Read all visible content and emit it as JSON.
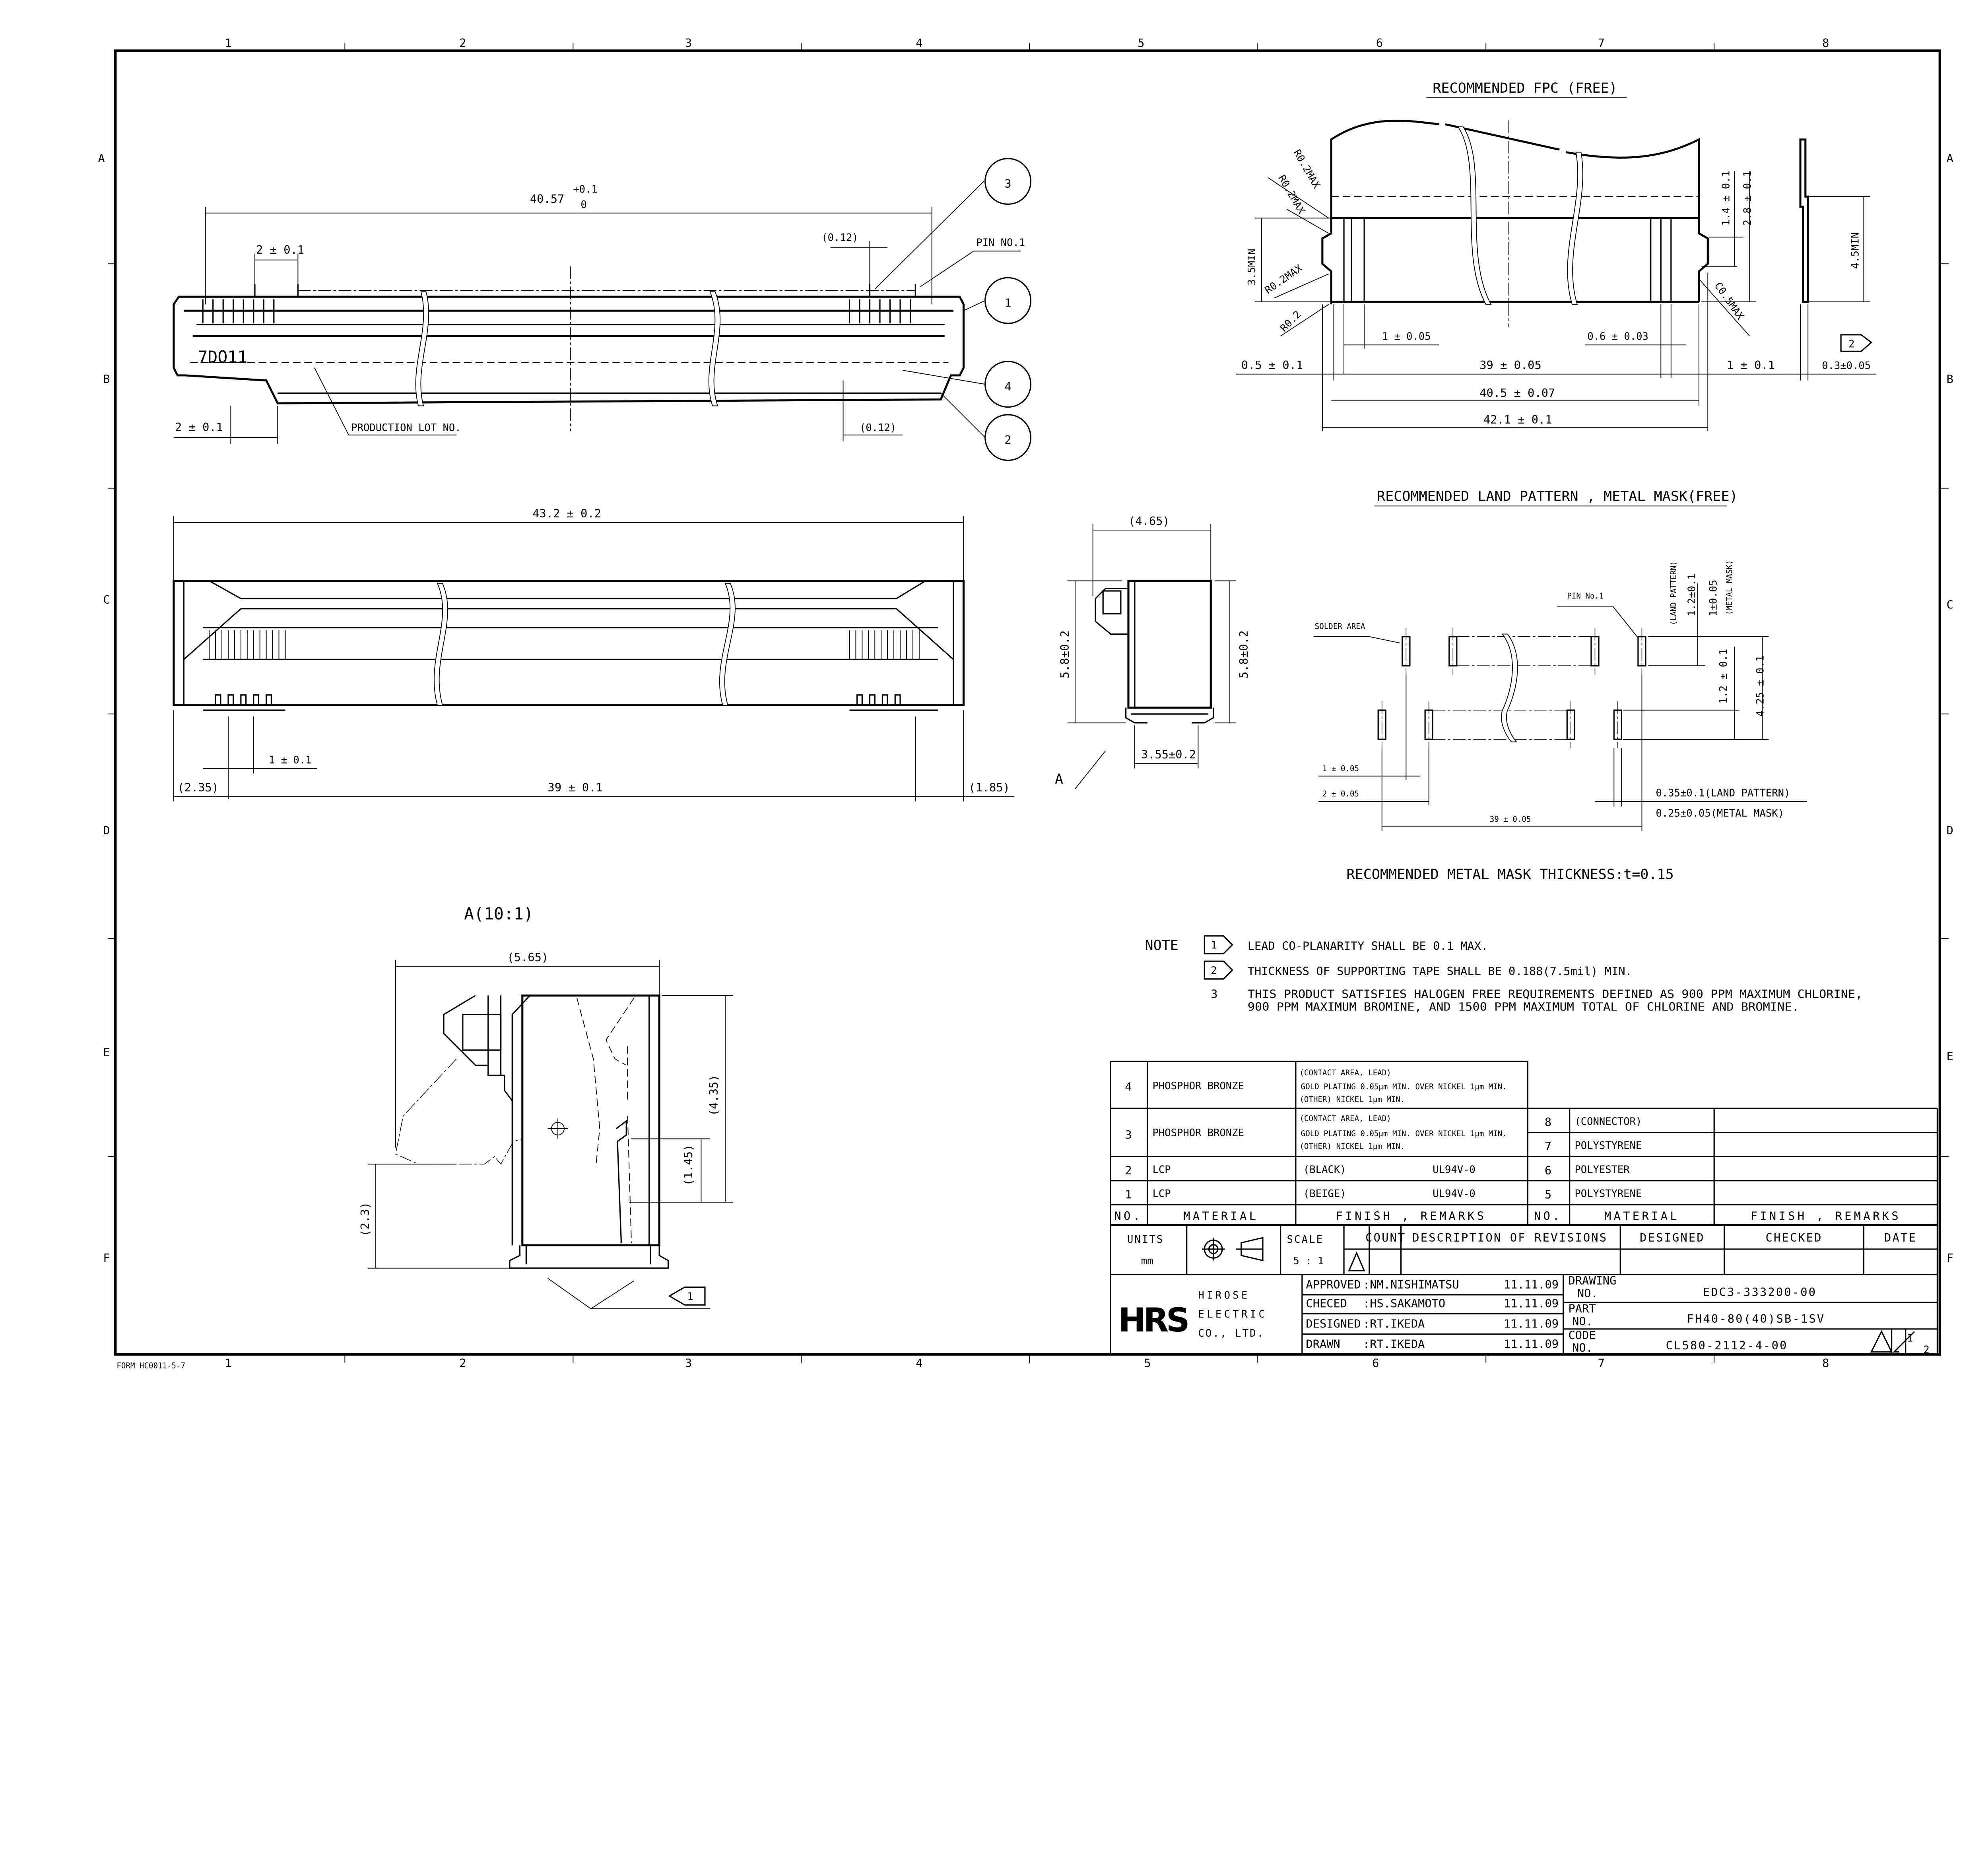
{
  "border": {
    "columns": [
      "1",
      "2",
      "3",
      "4",
      "5",
      "6",
      "7",
      "8"
    ],
    "rows": [
      "A",
      "B",
      "C",
      "D",
      "E",
      "F"
    ],
    "form": "FORM HC0011-5-7"
  },
  "top_view": {
    "overall": "40.57",
    "tol_upper": "+0.1",
    "tol_lower": "0",
    "pitch_top": "2 ± 0.1",
    "gap_top": "(0.12)",
    "pin1": "PIN NO.1",
    "lot_mark": "7DO11",
    "pitch_bottom": "2 ± 0.1",
    "lot_label": "PRODUCTION LOT NO.",
    "gap_bottom": "(0.12)",
    "balloons": [
      "3",
      "1",
      "4",
      "2"
    ]
  },
  "front_view": {
    "overall": "43.2 ± 0.2",
    "pitch": "1 ± 0.1",
    "span": "39 ± 0.1",
    "left_offset": "(2.35)",
    "right_offset": "(1.85)"
  },
  "side_view": {
    "width": "(4.65)",
    "height_left": "5.8±0.2",
    "height_right": "5.8±0.2",
    "base": "3.55±0.2",
    "detail_ref": "A"
  },
  "detail_a": {
    "title": "A(10:1)",
    "width": "(5.65)",
    "height": "(4.35)",
    "inner": "(1.45)",
    "offset": "(2.3)",
    "note_flag": "1"
  },
  "fpc": {
    "title": "RECOMMENDED FPC (FREE)",
    "r1": "R0.2MAX",
    "r2": "R0.2MAX",
    "r3": "R0.2MAX",
    "r4": "R0.2",
    "min_35": "3.5MIN",
    "d_1": "1 ± 0.05",
    "d_06": "0.6 ± 0.03",
    "d_05": "0.5 ± 0.1",
    "d_39": "39 ± 0.05",
    "d_1r": "1 ± 0.1",
    "d_405": "40.5 ± 0.07",
    "d_421": "42.1 ± 0.1",
    "d_14": "1.4 ± 0.1",
    "d_28": "2.8 ± 0.1",
    "chamfer": "C0.5MAX",
    "min_45": "4.5MIN",
    "thick": "0.3±0.05",
    "note_flag": "2"
  },
  "land": {
    "title": "RECOMMENDED LAND PATTERN , METAL MASK(FREE)",
    "solder": "SOLDER AREA",
    "pin1": "PIN No.1",
    "lp_label": "(LAND PATTERN)",
    "lp_len": "1.2±0.1",
    "mm_len": "1±0.05",
    "mm_label": "(METAL MASK)",
    "row_gap": "1.2 ± 0.1",
    "total": "4.25 ± 0.1",
    "pitch1": "1 ± 0.05",
    "pitch2": "2 ± 0.05",
    "span": "39 ± 0.05",
    "w_lp": "0.35±0.1(LAND PATTERN)",
    "w_mm": "0.25±0.05(METAL MASK)",
    "thickness": "RECOMMENDED METAL MASK THICKNESS:t=0.15"
  },
  "notes": {
    "label": "NOTE",
    "items": [
      {
        "no": "1",
        "text": "LEAD CO-PLANARITY SHALL BE 0.1 MAX."
      },
      {
        "no": "2",
        "text": "THICKNESS OF SUPPORTING TAPE SHALL BE 0.188(7.5mil) MIN."
      },
      {
        "no": "3",
        "text": "THIS PRODUCT SATISFIES HALOGEN FREE REQUIREMENTS DEFINED AS 900 PPM MAXIMUM CHLORINE,",
        "text2": "900 PPM MAXIMUM BROMINE, AND 1500 PPM MAXIMUM TOTAL OF CHLORINE AND BROMINE."
      }
    ]
  },
  "materials": {
    "left": [
      {
        "no": "4",
        "material": "PHOSPHOR BRONZE",
        "f1": "(CONTACT AREA, LEAD)",
        "f2": "GOLD PLATING 0.05µm MIN. OVER NICKEL 1µm MIN.",
        "f3": "(OTHER) NICKEL 1µm MIN."
      },
      {
        "no": "3",
        "material": "PHOSPHOR BRONZE",
        "f1": "(CONTACT AREA, LEAD)",
        "f2": "GOLD PLATING 0.05µm MIN. OVER NICKEL 1µm MIN.",
        "f3": "(OTHER) NICKEL 1µm MIN."
      },
      {
        "no": "2",
        "material": "LCP",
        "f1": "(BLACK)",
        "f2": "UL94V-0"
      },
      {
        "no": "1",
        "material": "LCP",
        "f1": "(BEIGE)",
        "f2": "UL94V-0"
      }
    ],
    "right": [
      {
        "no": "8",
        "material": "(CONNECTOR)",
        "finish": ""
      },
      {
        "no": "7",
        "material": "POLYSTYRENE",
        "finish": ""
      },
      {
        "no": "6",
        "material": "POLYESTER",
        "finish": ""
      },
      {
        "no": "5",
        "material": "POLYSTYRENE",
        "finish": ""
      }
    ],
    "header": {
      "no": "NO.",
      "material": "MATERIAL",
      "finish": "FINISH , REMARKS"
    }
  },
  "title_block": {
    "units_label": "UNITS",
    "units": "mm",
    "scale_label": "SCALE",
    "scale": "5 : 1",
    "rev_headers": [
      "COUNT",
      "DESCRIPTION OF REVISIONS",
      "DESIGNED",
      "CHECKED",
      "DATE"
    ],
    "company": [
      "HIROSE",
      "ELECTRIC",
      "CO., LTD."
    ],
    "logo": "HRS",
    "signoffs": [
      {
        "role": "APPROVED",
        "name": ":NM.NISHIMATSU",
        "date": "11.11.09"
      },
      {
        "role": "CHECED",
        "name": ":HS.SAKAMOTO",
        "date": "11.11.09"
      },
      {
        "role": "DESIGNED",
        "name": ":RT.IKEDA",
        "date": "11.11.09"
      },
      {
        "role": "DRAWN",
        "name": ":RT.IKEDA",
        "date": "11.11.09"
      }
    ],
    "drawing_no_label": [
      "DRAWING",
      "NO."
    ],
    "drawing_no": "EDC3-333200-00",
    "part_no_label": [
      "PART",
      "NO."
    ],
    "part_no": "FH40-80(40)SB-1SV",
    "code_no_label": [
      "CODE",
      "NO."
    ],
    "code_no": "CL580-2112-4-00",
    "sheet_num": "1",
    "sheet_den": "2"
  }
}
